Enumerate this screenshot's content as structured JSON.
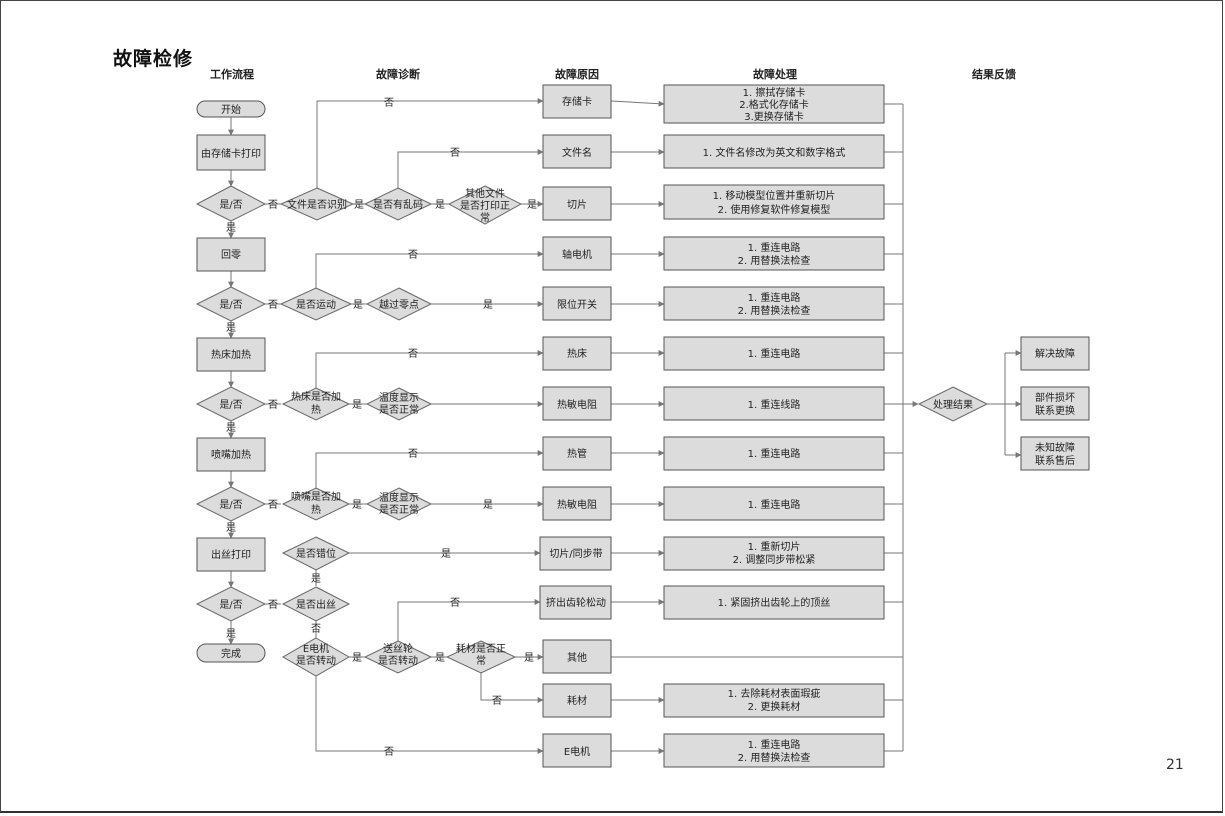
{
  "page": {
    "title": "故障检修",
    "page_number": "21"
  },
  "headers": [
    "工作流程",
    "故障诊断",
    "故障原因",
    "故障处理",
    "结果反馈"
  ],
  "workflow": {
    "start": "开始",
    "open_file": "由存储卡打印",
    "home": "回零",
    "bed_heat": "热床加热",
    "nozzle_heat": "喷嘴加热",
    "print": "出丝打印",
    "done": "完成",
    "yes_no": "是/否",
    "yes": "是",
    "no": "否"
  },
  "diagnosis": {
    "file_recognized": "文件是否识别",
    "garbled": "是否有乱码",
    "other_files_1": "其他文件",
    "other_files_2": "是否打印正",
    "other_files_3": "常",
    "moving": "是否运动",
    "over_zero": "越过零点",
    "bed_heating_1": "热床是否加",
    "bed_heating_2": "热",
    "temp_display_1": "温度显示",
    "temp_display_2": "是否正常",
    "nozzle_heating_1": "喷嘴是否加",
    "nozzle_heating_2": "热",
    "misaligned": "是否错位",
    "extruding": "是否出丝",
    "emotor_1": "E电机",
    "emotor_2": "是否转动",
    "feed_wheel_1": "送丝轮",
    "feed_wheel_2": "是否转动",
    "filament_ok_1": "耗材是否正",
    "filament_ok_2": "常"
  },
  "causes": {
    "sd_card": "存储卡",
    "filename": "文件名",
    "slicing": "切片",
    "axis_motor": "轴电机",
    "limit_switch": "限位开关",
    "hot_bed": "热床",
    "thermistor": "热敏电阻",
    "heat_pipe": "热管",
    "slice_belt": "切片/同步带",
    "gear_loose": "挤出齿轮松动",
    "other": "其他",
    "filament": "耗材",
    "emotor": "E电机"
  },
  "fixes": {
    "sd_1": "1. 擦拭存储卡",
    "sd_2": "2.格式化存储卡",
    "sd_3": "3.更换存储卡",
    "filename_1": "1. 文件名修改为英文和数字格式",
    "slice_1": "1. 移动模型位置并重新切片",
    "slice_2": "2. 使用修复软件修复模型",
    "reconnect_circuit": "1. 重连电路",
    "swap_test": "2. 用替换法检查",
    "reconnect_line": "1. 重连线路",
    "reslice": "1. 重新切片",
    "adjust_belt": "2. 调整同步带松紧",
    "tighten_screw": "1. 紧固挤出齿轮上的顶丝",
    "clean_filament": "1. 去除耗材表面瑕疵",
    "replace_filament": "2. 更换耗材"
  },
  "feedback": {
    "result": "处理结果",
    "solved": "解决故障",
    "damaged_1": "部件损坏",
    "damaged_2": "联系更换",
    "unknown_1": "未知故障",
    "unknown_2": "联系售后"
  }
}
